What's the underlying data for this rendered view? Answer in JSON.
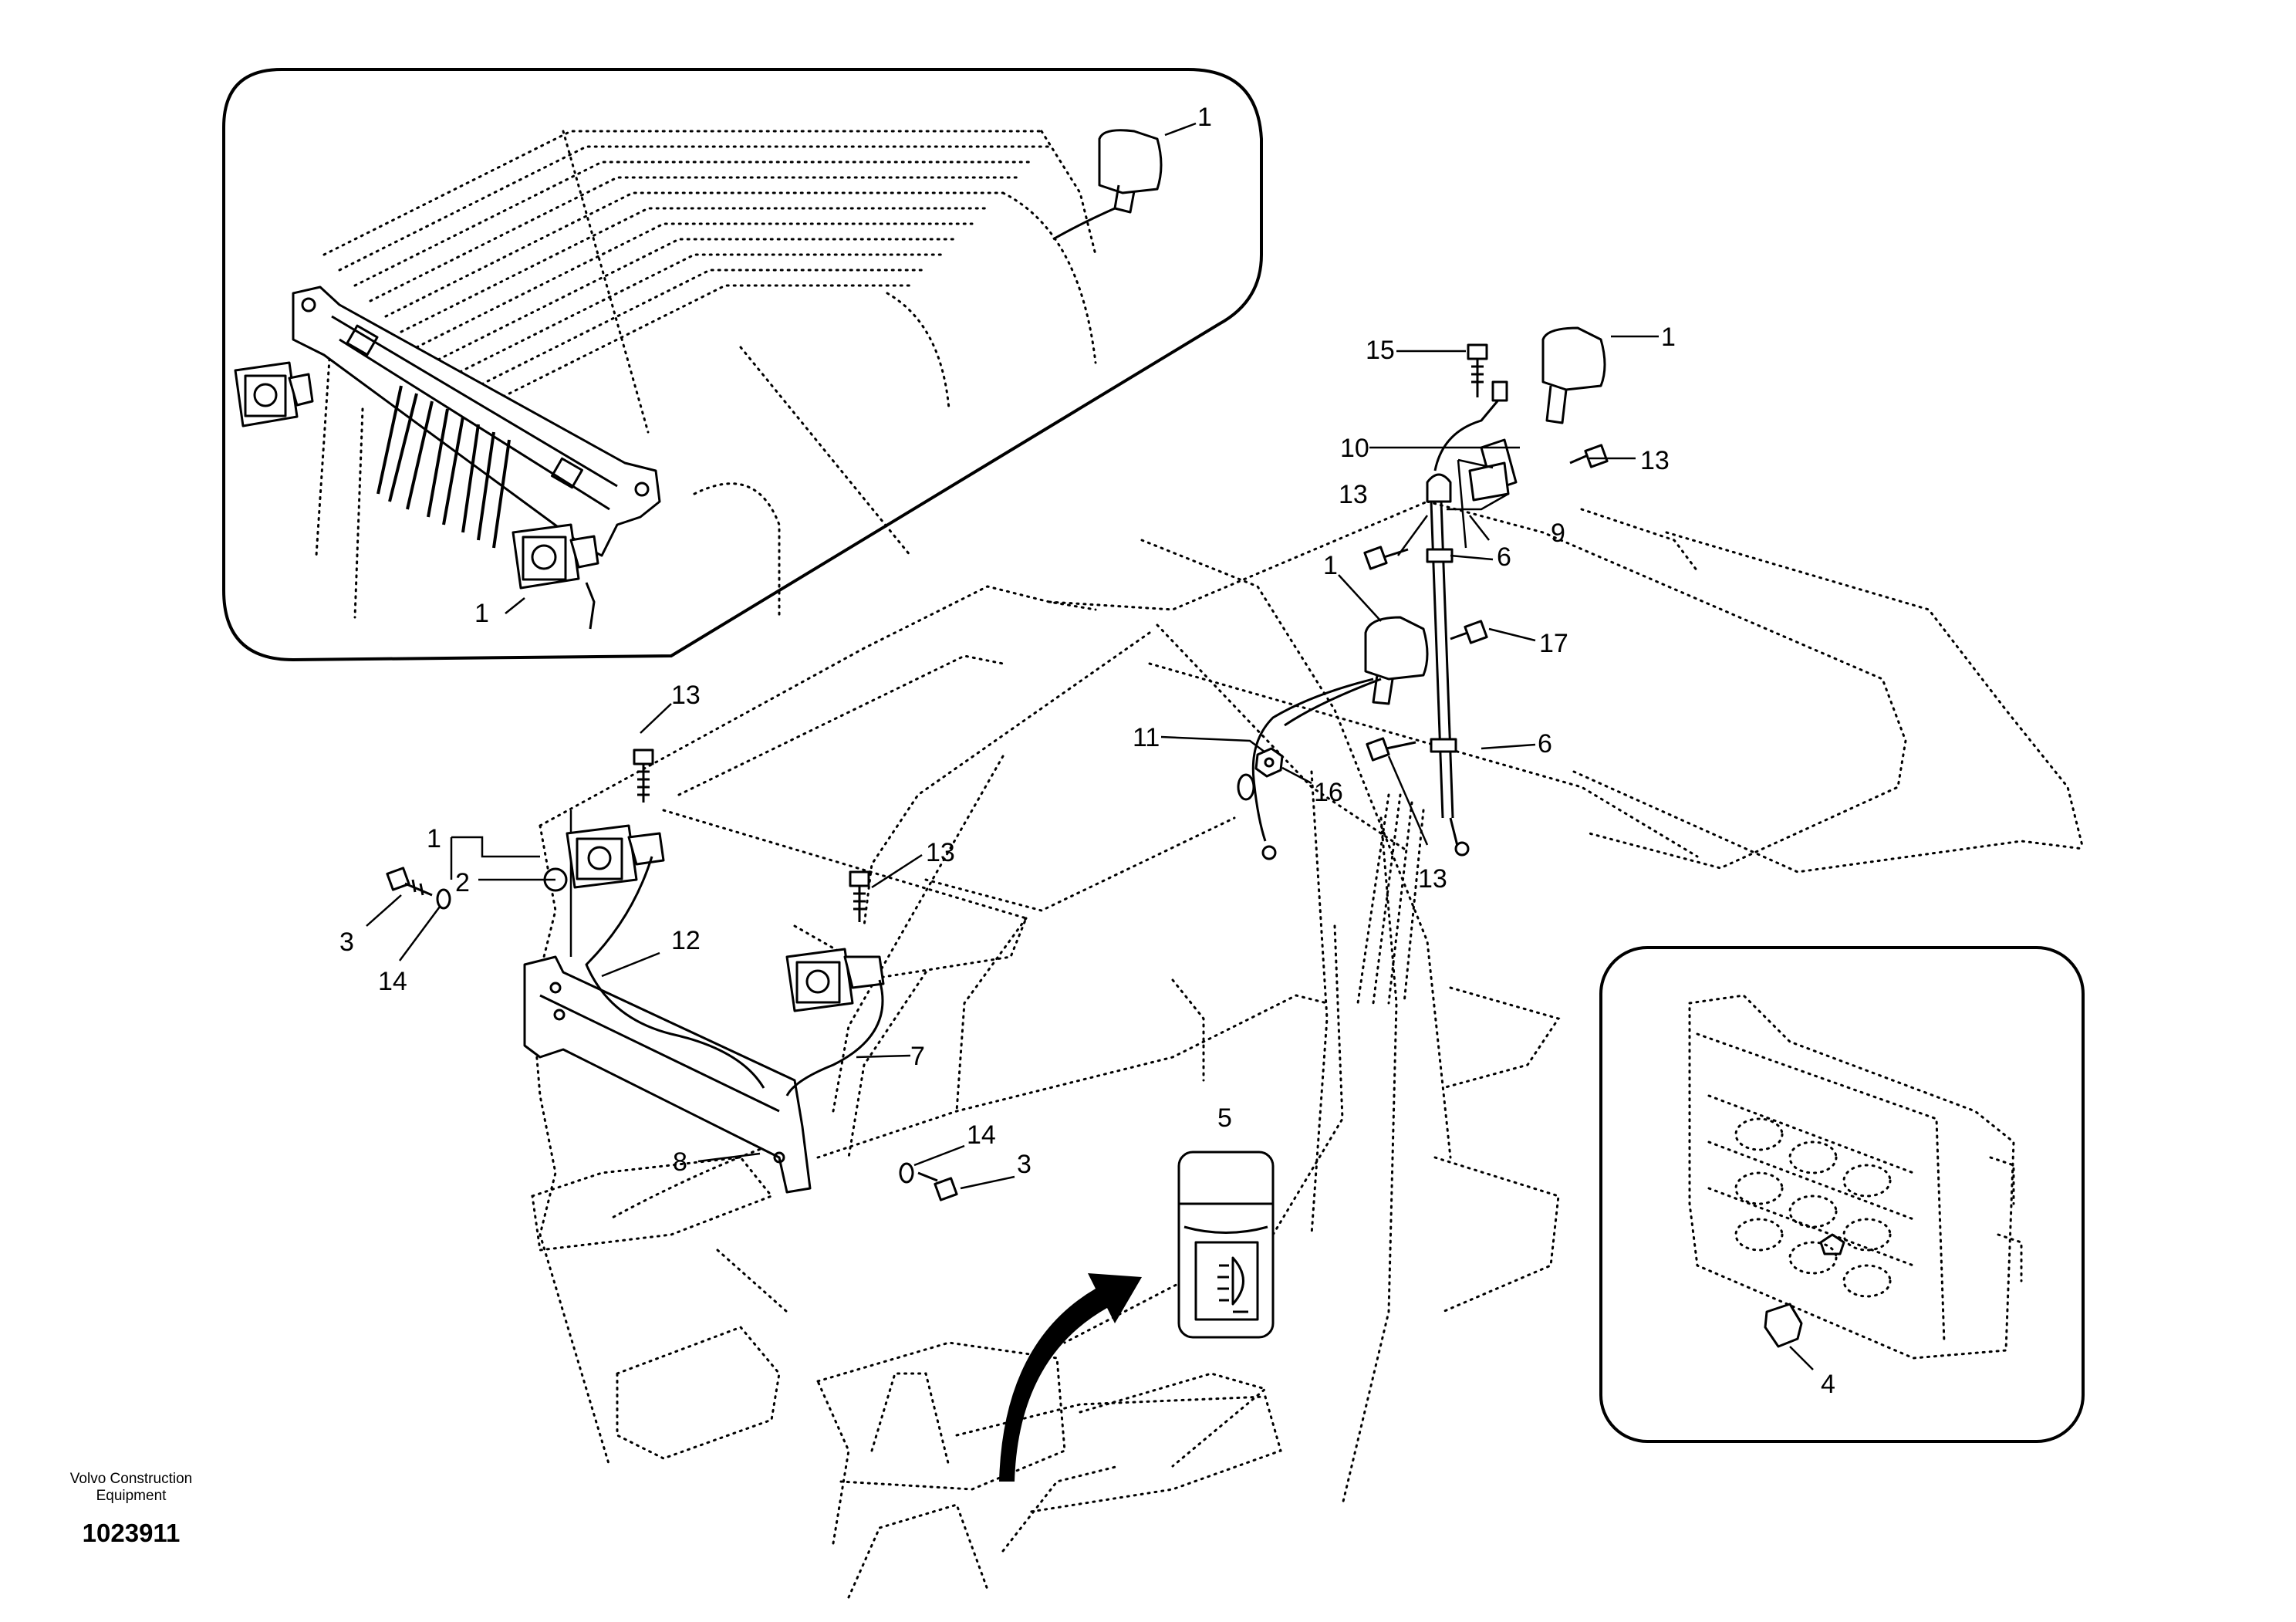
{
  "callouts": {
    "c1": "1",
    "c2": "1",
    "c3": "1",
    "c4": "1",
    "c5": "1",
    "c6": "2",
    "c7": "3",
    "c8": "3",
    "c9": "4",
    "c10": "5",
    "c11": "6",
    "c12": "6",
    "c13": "7",
    "c14": "8",
    "c15": "9",
    "c16": "10",
    "c17": "11",
    "c18": "12",
    "c19": "13",
    "c20": "13",
    "c21": "13",
    "c22": "13",
    "c23": "13",
    "c24": "14",
    "c25": "14",
    "c26": "15",
    "c27": "16",
    "c28": "17"
  },
  "footer": {
    "brand_line1": "Volvo Construction",
    "brand_line2": "Equipment",
    "drawing_number": "1023911"
  }
}
